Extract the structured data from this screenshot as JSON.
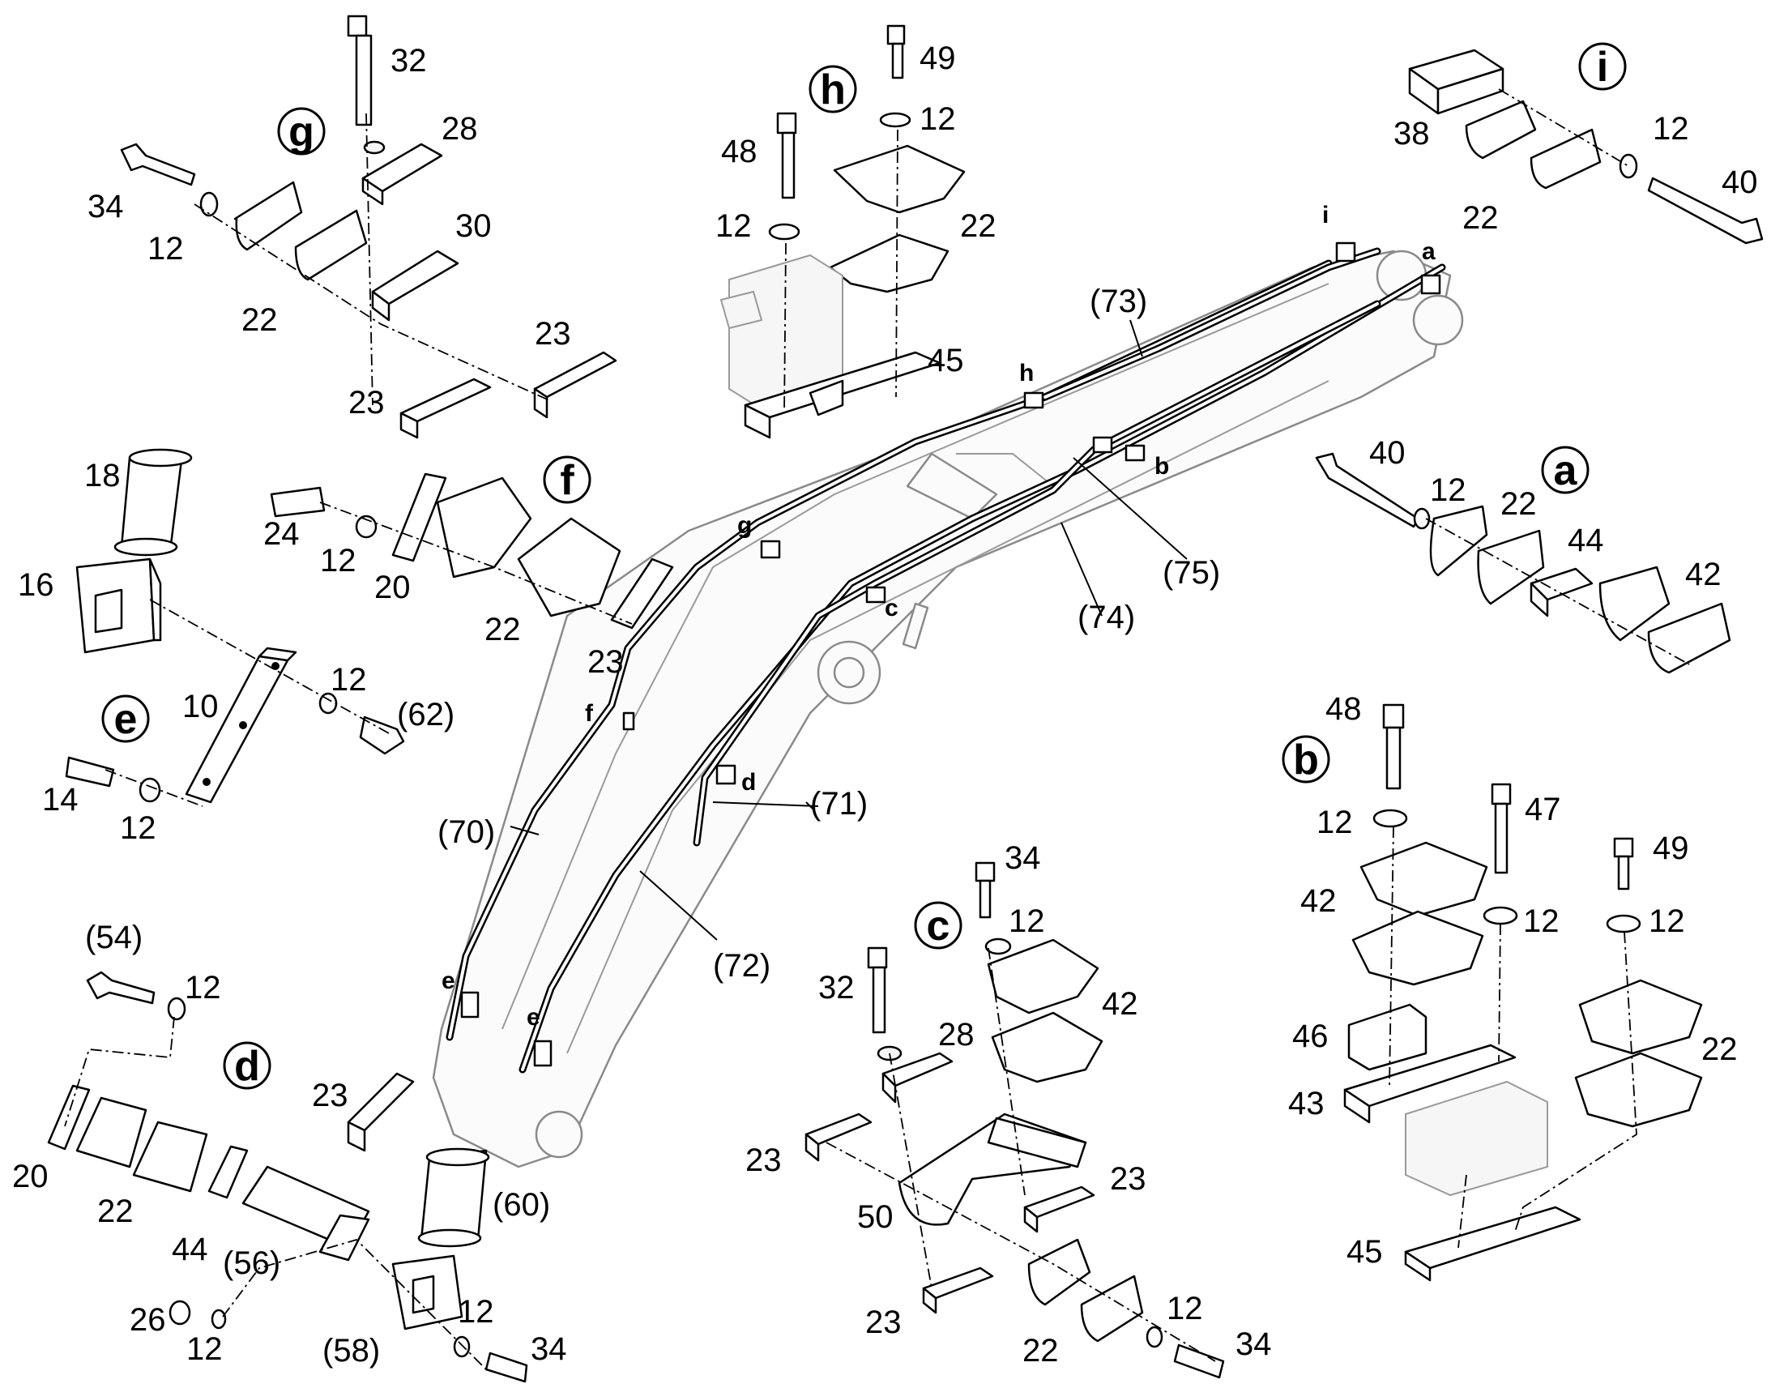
{
  "labels": {
    "l32a": "32",
    "l28a": "28",
    "l30": "30",
    "l34a": "34",
    "l12a": "12",
    "l22a": "22",
    "l23a": "23",
    "l23b": "23",
    "g": "g",
    "l49a": "49",
    "l12b": "12",
    "l48a": "48",
    "l12c": "12",
    "l22b": "22",
    "l45a": "45",
    "h": "h",
    "i": "i",
    "l38": "38",
    "l12d": "12",
    "l40a": "40",
    "l22c": "22",
    "l18": "18",
    "l16": "16",
    "l10": "10",
    "l12e": "12",
    "l62": "(62)",
    "e": "e",
    "l14": "14",
    "l12f": "12",
    "f": "f",
    "l24": "24",
    "l12g": "12",
    "l20a": "20",
    "l22d": "22",
    "l23c": "23",
    "a": "a",
    "l40b": "40",
    "l12h": "12",
    "l22e": "22",
    "l44a": "44",
    "l42a": "42",
    "l73": "(73)",
    "l74": "(74)",
    "l75": "(75)",
    "l71": "(71)",
    "l70": "(70)",
    "l72": "(72)",
    "tag_i": "i",
    "tag_a": "a",
    "tag_h": "h",
    "tag_b": "b",
    "tag_g": "g",
    "tag_c": "c",
    "tag_f": "f",
    "tag_d": "d",
    "tag_e1": "e",
    "tag_e2": "e",
    "b": "b",
    "l48b": "48",
    "l47": "47",
    "l49b": "49",
    "l12i": "12",
    "l12j": "12",
    "l12k": "12",
    "l42b": "42",
    "l46": "46",
    "l43": "43",
    "l22f": "22",
    "l45b": "45",
    "c": "c",
    "l34b": "34",
    "l12l": "12",
    "l32b": "32",
    "l28b": "28",
    "l42c": "42",
    "l23d": "23",
    "l23e": "23",
    "l50": "50",
    "l23f": "23",
    "l22g": "22",
    "l12m": "12",
    "l34c": "34",
    "l54": "(54)",
    "l12n": "12",
    "d": "d",
    "l23g": "23",
    "l20b": "20",
    "l22h": "22",
    "l44b": "44",
    "l56": "(56)",
    "l60": "(60)",
    "l26": "26",
    "l12o": "12",
    "l58": "(58)",
    "l12p": "12",
    "l34d": "34"
  }
}
